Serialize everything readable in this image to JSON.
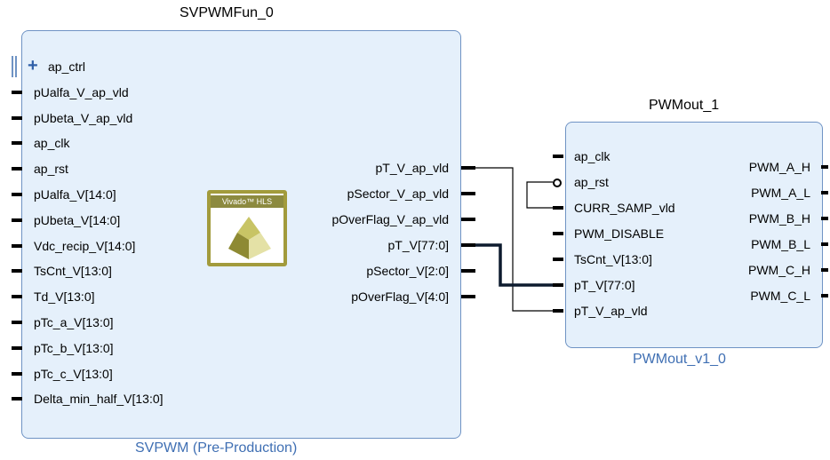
{
  "svpwm_block": {
    "instance_name": "SVPWMFun_0",
    "ip_name": "SVPWM (Pre-Production)",
    "logo_text": "Vivado™ HLS",
    "input_ports": [
      "ap_ctrl",
      "pUalfa_V_ap_vld",
      "pUbeta_V_ap_vld",
      "ap_clk",
      "ap_rst",
      "pUalfa_V[14:0]",
      "pUbeta_V[14:0]",
      "Vdc_recip_V[14:0]",
      "TsCnt_V[13:0]",
      "Td_V[13:0]",
      "pTc_a_V[13:0]",
      "pTc_b_V[13:0]",
      "pTc_c_V[13:0]",
      "Delta_min_half_V[13:0]"
    ],
    "output_ports": [
      "pT_V_ap_vld",
      "pSector_V_ap_vld",
      "pOverFlag_V_ap_vld",
      "pT_V[77:0]",
      "pSector_V[2:0]",
      "pOverFlag_V[4:0]"
    ]
  },
  "pwmout_block": {
    "instance_name": "PWMout_1",
    "ip_name": "PWMout_v1_0",
    "input_ports": [
      "ap_clk",
      "ap_rst",
      "CURR_SAMP_vld",
      "PWM_DISABLE",
      "TsCnt_V[13:0]",
      "pT_V[77:0]",
      "pT_V_ap_vld"
    ],
    "output_ports": [
      "PWM_A_H",
      "PWM_A_L",
      "PWM_B_H",
      "PWM_B_L",
      "PWM_C_H",
      "PWM_C_L"
    ]
  },
  "colors": {
    "block_fill": "#e5f0fb",
    "block_border": "#6f93c4",
    "ip_name_text": "#3f6fb3",
    "logo_border": "#a29b3c"
  }
}
